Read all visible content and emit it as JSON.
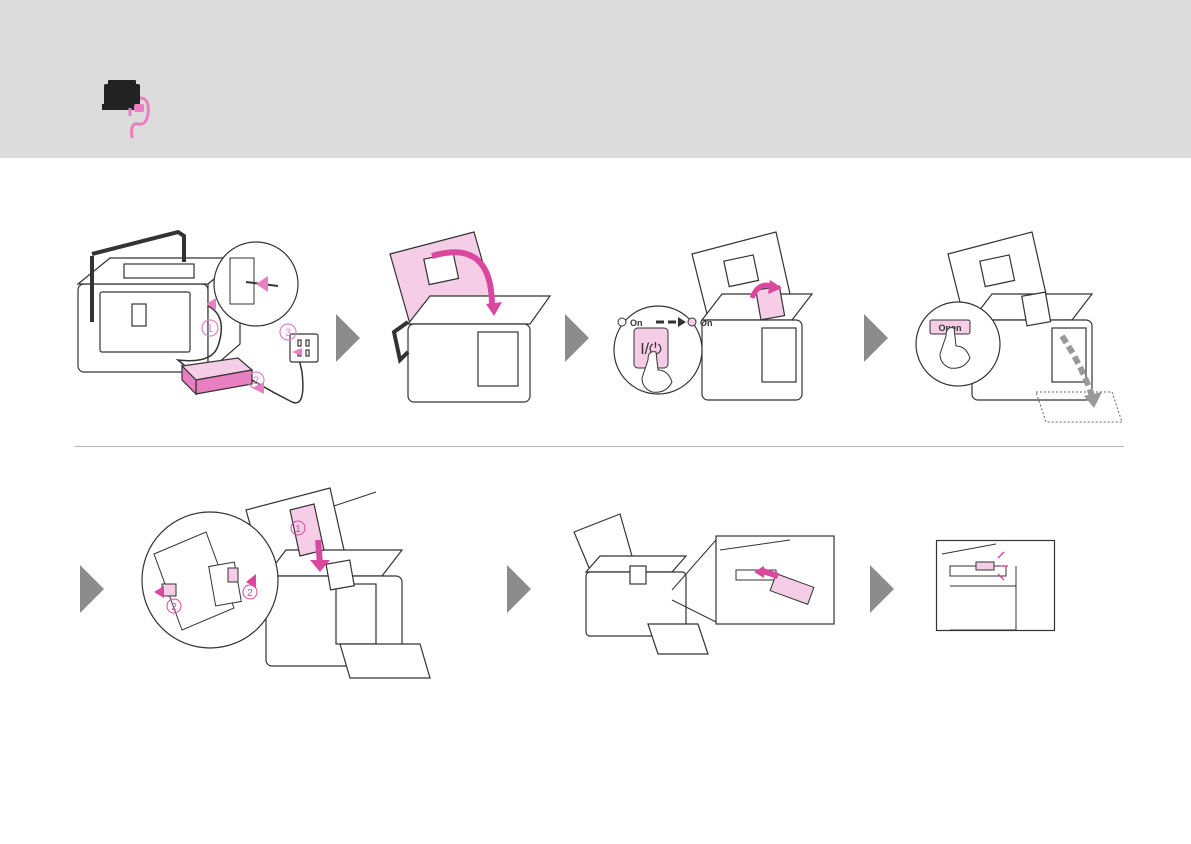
{
  "labels": {
    "power_off_label": "On",
    "power_on_label": "On",
    "open_button_label": "Open",
    "callout_1": "1",
    "callout_2": "2",
    "callout_3": "3"
  },
  "colors": {
    "accent": "#e97fc0",
    "accent_fill": "#f6cde6",
    "accent_dark": "#d9479f",
    "header_bg": "#dcdcdc",
    "arrow": "#8c8c8c",
    "line": "#333333"
  },
  "icons": {
    "header": "printer-power-plug-icon",
    "step_arrow": "right-arrow-icon"
  }
}
